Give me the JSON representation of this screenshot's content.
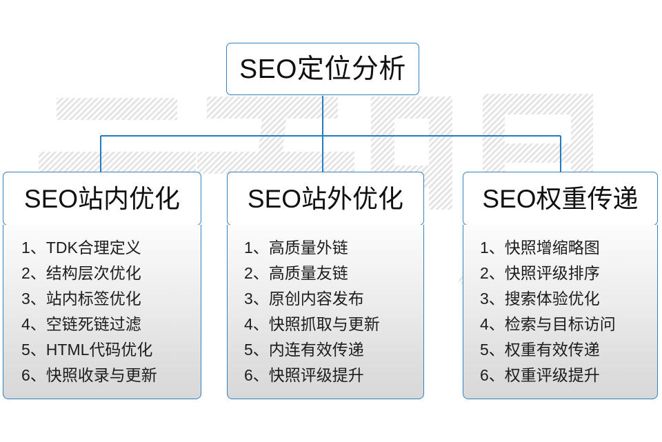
{
  "diagram": {
    "title": "SEO定位分析",
    "accent_color": "#2f7fc4",
    "text_color": "#101010",
    "body_background": "#e8e8e8",
    "watermark_text": "云无限",
    "root": {
      "label": "SEO定位分析"
    },
    "branches": [
      {
        "header": "SEO站内优化",
        "items": [
          {
            "num": "1、",
            "text": "TDK合理定义"
          },
          {
            "num": "2、",
            "text": "结构层次优化"
          },
          {
            "num": "3、",
            "text": "站内标签优化"
          },
          {
            "num": "4、",
            "text": "空链死链过滤"
          },
          {
            "num": "5、",
            "text": "HTML代码优化"
          },
          {
            "num": "6、",
            "text": "快照收录与更新"
          }
        ]
      },
      {
        "header": "SEO站外优化",
        "items": [
          {
            "num": "1、",
            "text": "高质量外链"
          },
          {
            "num": "2、",
            "text": "高质量友链"
          },
          {
            "num": "3、",
            "text": "原创内容发布"
          },
          {
            "num": "4、",
            "text": "快照抓取与更新"
          },
          {
            "num": "5、",
            "text": "内连有效传递"
          },
          {
            "num": "6、",
            "text": "快照评级提升"
          }
        ]
      },
      {
        "header": "SEO权重传递",
        "items": [
          {
            "num": "1、",
            "text": "快照增缩略图"
          },
          {
            "num": "2、",
            "text": "快照评级排序"
          },
          {
            "num": "3、",
            "text": "搜索体验优化"
          },
          {
            "num": "4、",
            "text": "检索与目标访问"
          },
          {
            "num": "5、",
            "text": "权重有效传递"
          },
          {
            "num": "6、",
            "text": "权重评级提升"
          }
        ]
      }
    ]
  }
}
